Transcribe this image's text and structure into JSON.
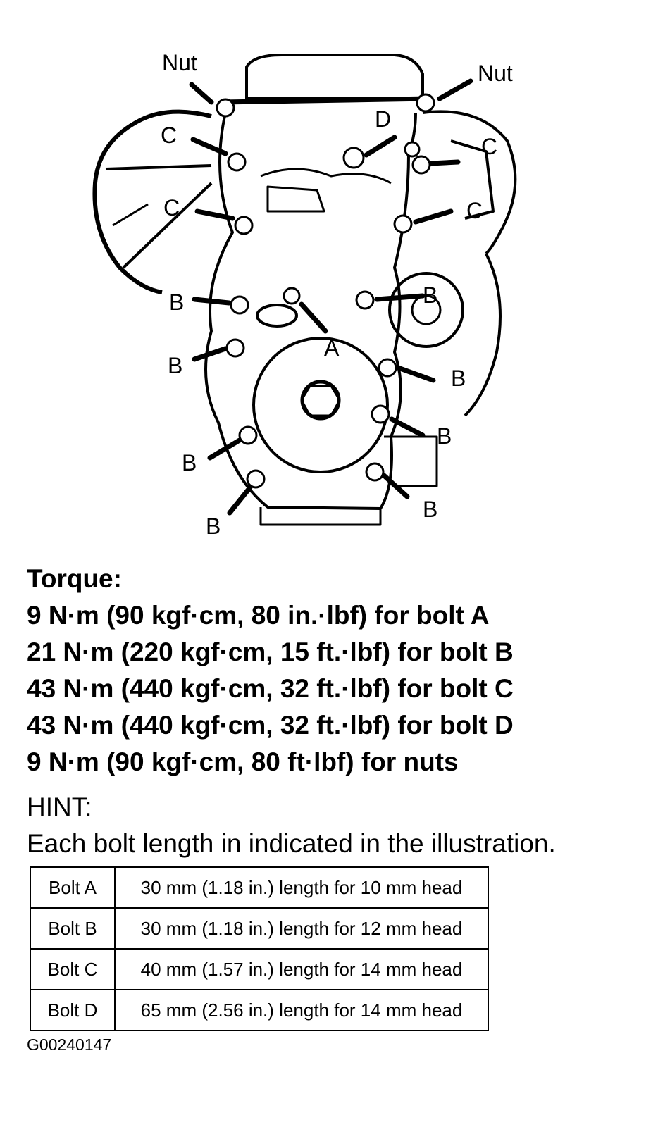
{
  "diagram": {
    "labels": {
      "nut_left": "Nut",
      "nut_right": "Nut",
      "d": "D",
      "c1": "C",
      "c2": "C",
      "c3": "C",
      "c4": "C",
      "a": "A",
      "b1": "B",
      "b2": "B",
      "b3": "B",
      "b4": "B",
      "b5": "B",
      "b6": "B",
      "b7": "B",
      "b8": "B"
    }
  },
  "torque": {
    "heading": "Torque:",
    "lines": [
      "9 N·m (90 kgf·cm, 80 in.·lbf) for bolt A",
      "21 N·m (220 kgf·cm, 15 ft.·lbf) for bolt B",
      "43 N·m (440 kgf·cm, 32 ft.·lbf) for bolt C",
      "43 N·m (440 kgf·cm, 32 ft.·lbf) for bolt D",
      "9 N·m (90 kgf·cm, 80 ft·lbf) for nuts"
    ]
  },
  "hint": {
    "heading": "HINT:",
    "text": "Each bolt length in indicated in the illustration."
  },
  "bolt_table": {
    "rows": [
      {
        "bolt": "Bolt A",
        "spec": "30 mm (1.18 in.) length for 10 mm head"
      },
      {
        "bolt": "Bolt B",
        "spec": "30 mm (1.18 in.) length for 12 mm head"
      },
      {
        "bolt": "Bolt C",
        "spec": "40 mm (1.57 in.) length for 14 mm head"
      },
      {
        "bolt": "Bolt D",
        "spec": "65 mm (2.56 in.) length for 14 mm head"
      }
    ]
  },
  "figure_code": "G00240147"
}
